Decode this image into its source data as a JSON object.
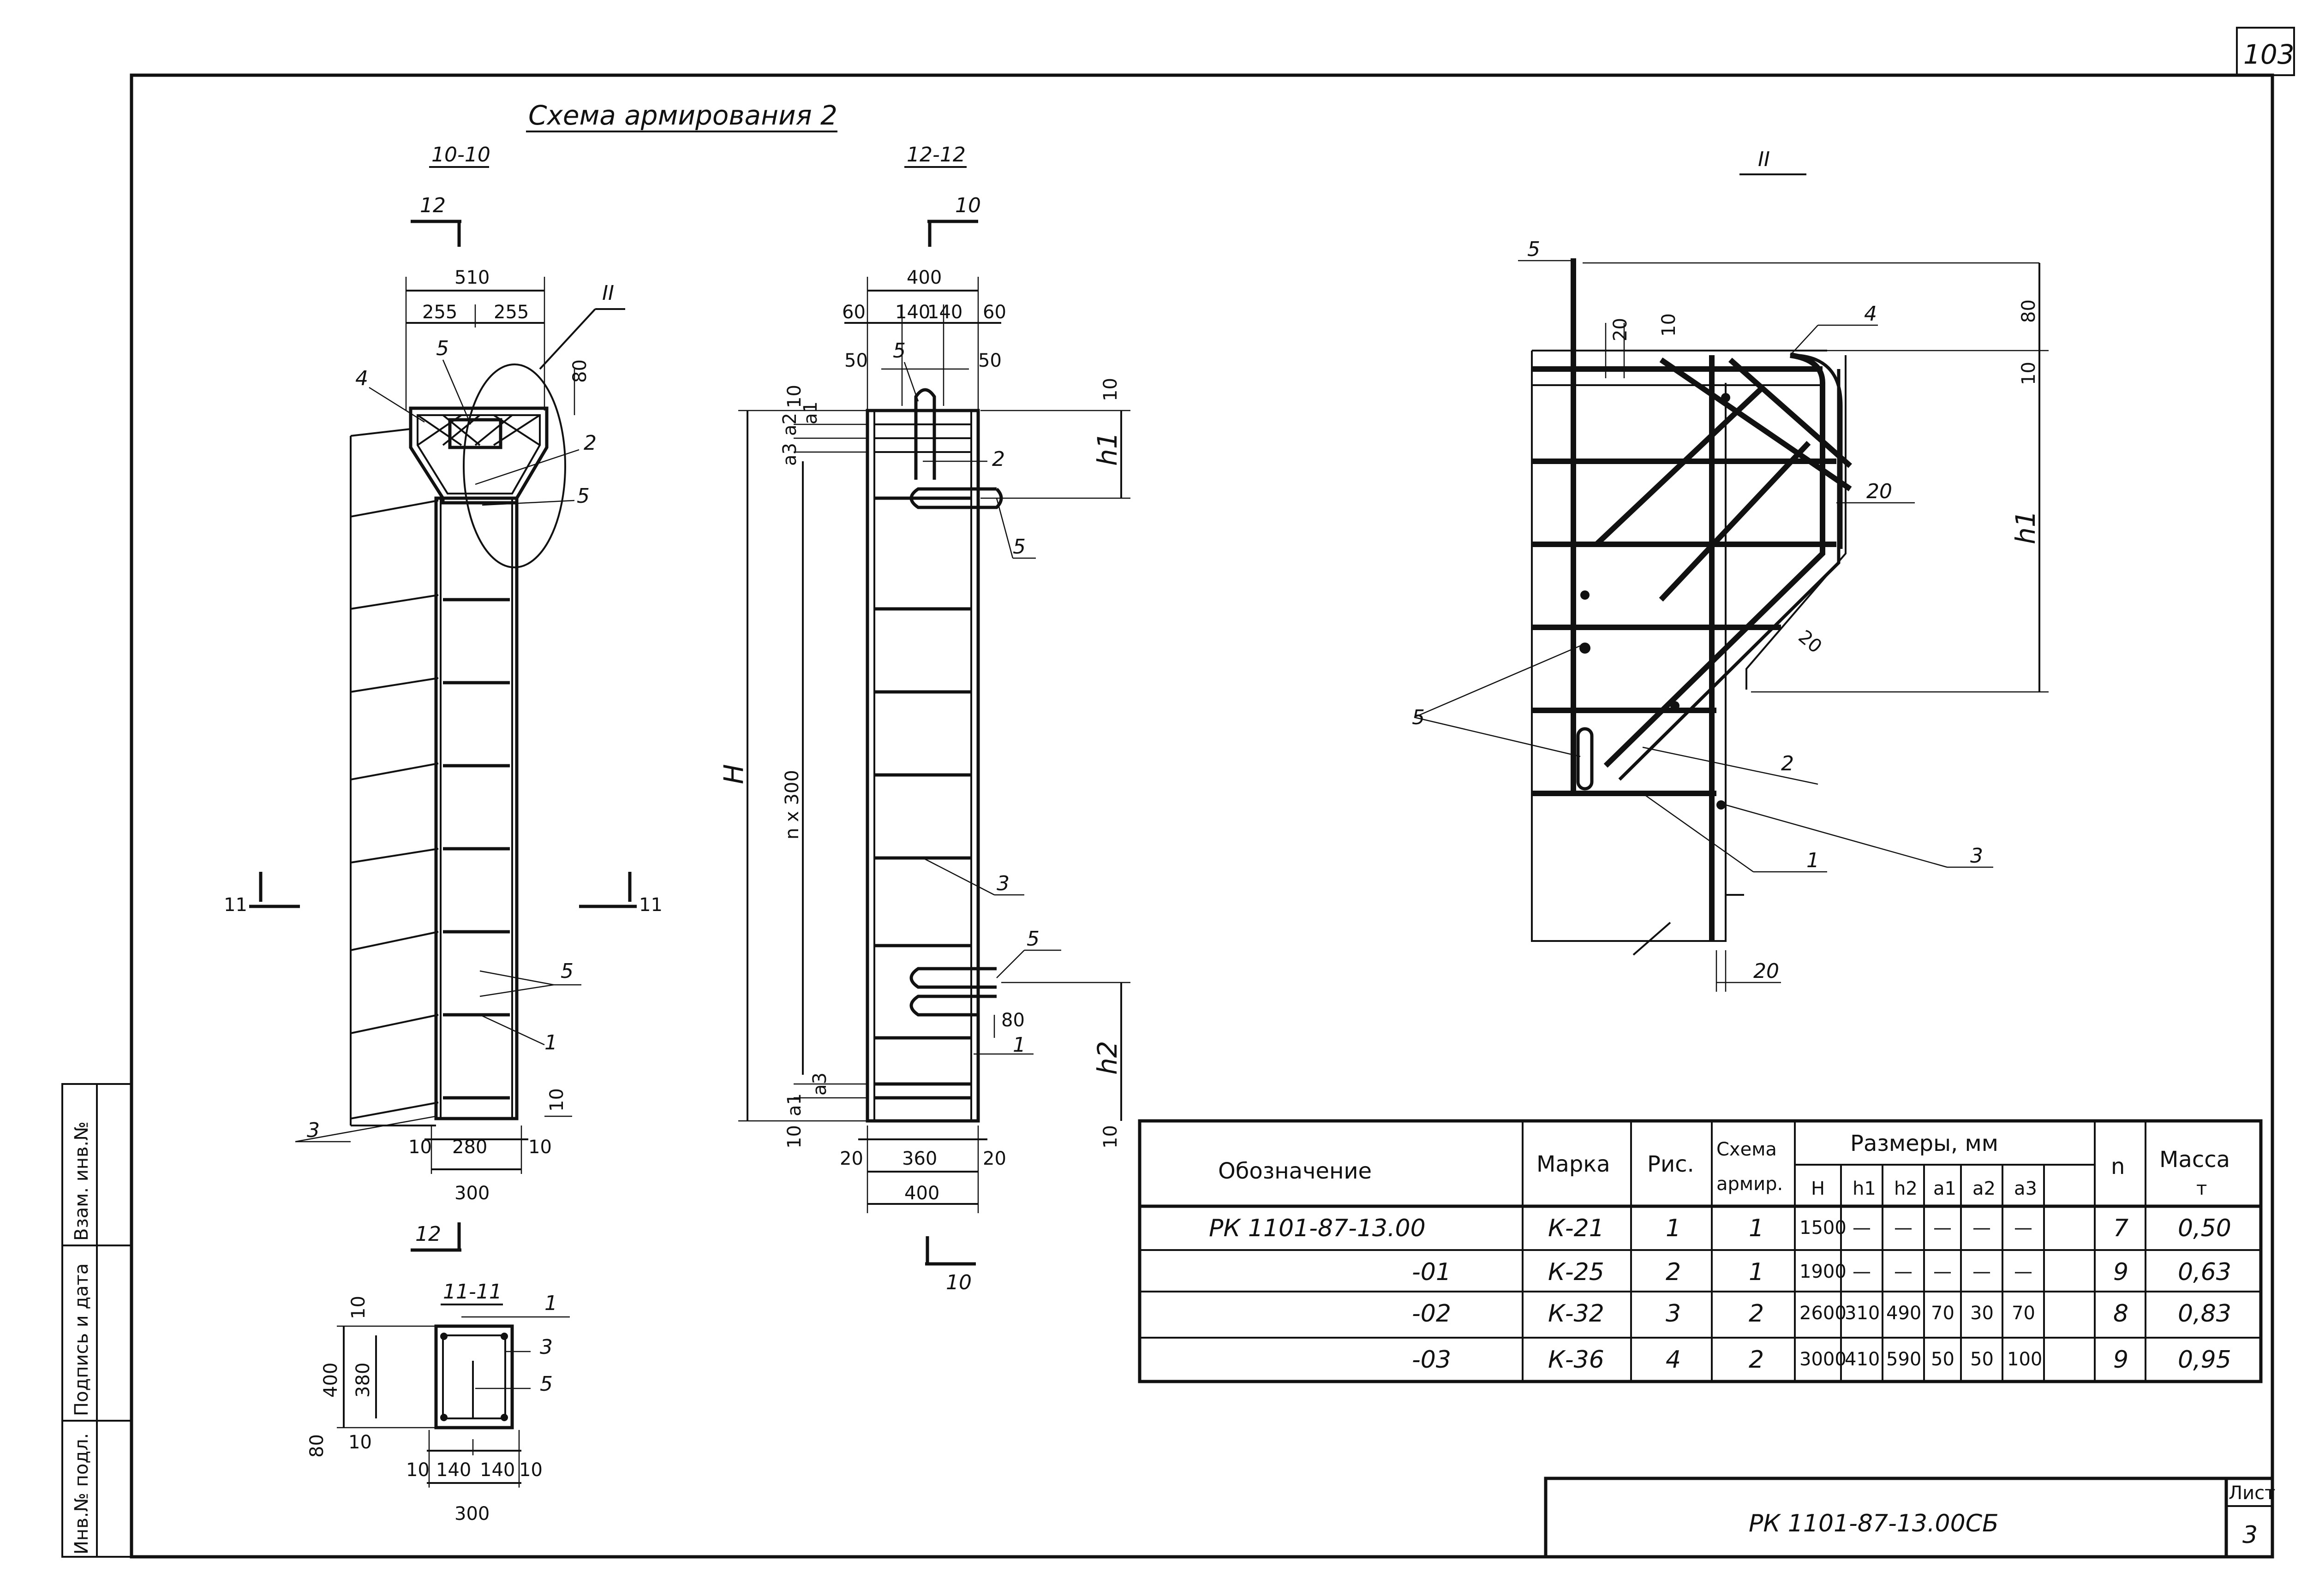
{
  "sheet_number": "103",
  "title": "Схема армирования 2",
  "views": {
    "section_10": {
      "label": "10-10",
      "cut_mark": "12",
      "cut_mark_bottom": "12",
      "dim_top_total": "510",
      "dim_top_left": "255",
      "dim_top_right": "255",
      "dim_80": "80",
      "detail_ref": "II",
      "dim_bottom_10_l": "10",
      "dim_bottom_280": "280",
      "dim_bottom_10_r": "10",
      "dim_bottom_300": "300",
      "dim_right_10": "10",
      "pos": [
        "4",
        "5",
        "2",
        "5",
        "5",
        "1",
        "3"
      ],
      "cut_11_left": "11",
      "cut_11_right": "11"
    },
    "section_12": {
      "label": "12-12",
      "cut_mark": "10",
      "cut_mark_bottom": "10",
      "dim_400_top": "400",
      "dim_60_l": "60",
      "dim_140_l": "140",
      "dim_140_r": "140",
      "dim_60_r": "60",
      "dim_50_l": "50",
      "dim_50_r": "50",
      "dim_H": "H",
      "dim_n300": "n x 300",
      "dim_a3": "a3",
      "dim_a2": "a2",
      "dim_a1": "a1",
      "dim_a3b": "a3",
      "dim_a1b": "a1",
      "dim_10_top": "10",
      "dim_10_right": "10",
      "dim_10_bot": "10",
      "dim_10_bot_r": "10",
      "dim_h1": "h1",
      "dim_h2": "h2",
      "dim_80": "80",
      "dim_20_l": "20",
      "dim_360": "360",
      "dim_20_r": "20",
      "dim_400_bot": "400",
      "pos": [
        "5",
        "2",
        "5",
        "3",
        "5",
        "1"
      ]
    },
    "section_11": {
      "label": "11-11",
      "dim_10_top": "10",
      "dim_380": "380",
      "dim_400": "400",
      "dim_80": "80",
      "dim_10_bot": "10",
      "dim_10_l": "10",
      "dim_140_l": "140",
      "dim_140_r": "140",
      "dim_10_r": "10",
      "dim_300": "300",
      "pos": [
        "1",
        "3",
        "5"
      ]
    },
    "detail_II": {
      "label": "II",
      "dim_80": "80",
      "dim_10_r": "10",
      "dim_h1": "h1",
      "dim_20_a": "20",
      "dim_10_a": "10",
      "dim_20_b": "20",
      "dim_20_c": "20",
      "dim_20_bot": "20",
      "pos": [
        "5",
        "4",
        "5",
        "2",
        "1",
        "3"
      ]
    }
  },
  "table": {
    "headers": {
      "designation": "Обозначение",
      "mark": "Марка",
      "fig": "Рис.",
      "scheme": "Схема",
      "scheme2": "армир.",
      "dims": "Размеры, мм",
      "H": "H",
      "h1": "h1",
      "h2": "h2",
      "a1": "a1",
      "a2": "a2",
      "a3": "a3",
      "n": "n",
      "mass": "Масса",
      "mass_unit": "т"
    },
    "rows": [
      {
        "designation": "РК 1101-87-13.00",
        "mark": "К-21",
        "fig": "1",
        "scheme": "1",
        "H": "1500",
        "h1": "—",
        "h2": "—",
        "a1": "—",
        "a2": "—",
        "a3": "—",
        "n": "7",
        "mass": "0,50"
      },
      {
        "designation": "-01",
        "mark": "К-25",
        "fig": "2",
        "scheme": "1",
        "H": "1900",
        "h1": "—",
        "h2": "—",
        "a1": "—",
        "a2": "—",
        "a3": "—",
        "n": "9",
        "mass": "0,63"
      },
      {
        "designation": "-02",
        "mark": "К-32",
        "fig": "3",
        "scheme": "2",
        "H": "2600",
        "h1": "310",
        "h2": "490",
        "a1": "70",
        "a2": "30",
        "a3": "70",
        "n": "8",
        "mass": "0,83"
      },
      {
        "designation": "-03",
        "mark": "К-36",
        "fig": "4",
        "scheme": "2",
        "H": "3000",
        "h1": "410",
        "h2": "590",
        "a1": "50",
        "a2": "50",
        "a3": "100",
        "n": "9",
        "mass": "0,95"
      }
    ]
  },
  "stamp": {
    "code": "РК 1101-87-13.00СБ",
    "sheet_label": "Лист",
    "sheet_no": "3"
  },
  "side_stamp": {
    "col1": "Инв.№ подл.",
    "col2": "Подпись и дата",
    "col3": "Взам. инв.№"
  }
}
